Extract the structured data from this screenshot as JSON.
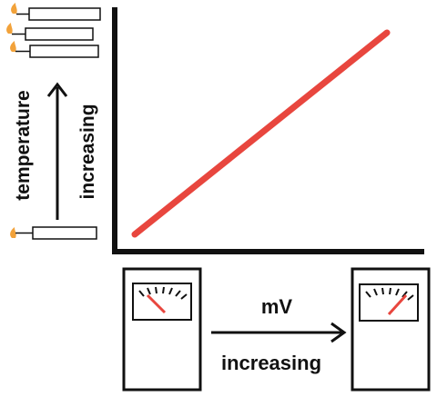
{
  "labels": {
    "temperature": "temperature",
    "increasing_vertical": "increasing",
    "mv": "mV",
    "increasing_horizontal": "increasing"
  },
  "colors": {
    "line": "#e8463e",
    "ink": "#111111",
    "flame": "#f2a23a"
  },
  "icons": {
    "candle": "candle-icon",
    "meter": "millivoltmeter-icon"
  },
  "meters": {
    "low_reading": "low",
    "high_reading": "high"
  }
}
